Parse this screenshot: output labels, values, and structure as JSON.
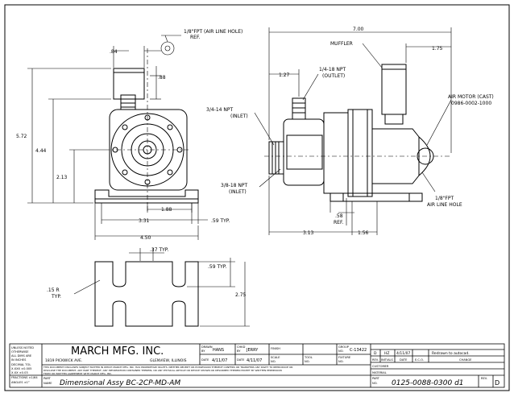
{
  "front_view": {
    "dim_width_top": ".84",
    "dim_side_top": ".88",
    "dim_height_overall": "5.72",
    "dim_height_shaft": "4.44",
    "dim_height_base": "2.13",
    "dim_center_slot": "1.88",
    "dim_mount_width": "3.31",
    "dim_mount_typ": ".59 TYP.",
    "dim_base_width": "4.50"
  },
  "side_view": {
    "note_air_line": "1/8\"FPT (AIR LINE HOLE)\nREF.",
    "dim_overall": "7.00",
    "label_muffler": "MUFFLER",
    "dim_muffler": "1.75",
    "dim_outlet_offset": "1.27",
    "label_outlet": "1/4-18 NPT\n(OUTLET)",
    "label_inlet_top": "3/4-14 NPT\n(INLET)",
    "label_air_motor": "AIR MOTOR (CAST)\n0986-0002-1000",
    "label_inlet_bottom": "3/8-18 NPT\n(INLET)",
    "label_air_line_hole": "1/8\"FPT\nAIR LINE HOLE",
    "dim_foot_ref": ".58\nREF.",
    "dim_left": "3.13",
    "dim_right": "1.56"
  },
  "base_view": {
    "dim_slot_typ": ".37 TYP.",
    "dim_slot_depth": ".59 TYP.",
    "dim_radius": ".15 R\nTYP.",
    "dim_height": "2.75"
  },
  "title_block": {
    "tolerance_header": "UNLESS NOTED\nOTHERWISE\nALL DIMS ARE\nIN INCHES",
    "tolerance_rows": [
      "DECIMAL  TOL",
      "X.XXX  ±0.005",
      "X.XX  ±0.03",
      "FRACTIONS ±1/64",
      "ANGLES  ±1°"
    ],
    "company": "MARCH MFG. INC.",
    "address": "1819 PICKWICK AVE.",
    "city": "GLENVIEW, ILLINOIS",
    "drawn_by_label": "DRAWN\nBY",
    "drawn_by": "HANS",
    "checked_label": "CHKD\nBY",
    "checked_by": "JERRY",
    "date_label": "DATE",
    "date_drawn": "4/11/07",
    "date_checked": "4/11/07",
    "finish_label": "FINISH",
    "scale_label": "SCALE\nNO.",
    "tool_label": "TOOL\nNO.",
    "fixture_label": "FIXTURE\nNO.",
    "group_label": "GROUP\nNO.",
    "group_value": "C-13422",
    "disclaimer": "THIS DOCUMENT DISCLOSES SUBJECT MATTER IN WHICH MARCH MFG. INC. HAS PROPRIETARY RIGHTS. NEITHER RECEIPT OR POSSESSION THEREOF CONFERS OR TRANSFERS ANY RIGHT TO REPRODUCE OR DISCLOSE THE DOCUMENT, ANY PART THEREOF, ANY INFORMATION CONTAINED THEREIN, OR ANY PHYSICAL ARTICLE OR DEVICE SHOWN OR DESCRIBED THEREIN EXCEPT BY WRITTEN PERMISSION FROM OR WRITTEN AGREEMENT WITH MARCH MFG. INC.",
    "rev_row": [
      "D",
      "HZ",
      "4/11/07",
      "Redrawn to autocad."
    ],
    "rev_headers": [
      "REV.",
      "INITIALS",
      "DATE",
      "E.C.O.",
      "CHANGE"
    ],
    "customer_label": "CUSTOMER",
    "material_label": "MATERIAL",
    "part_name_label": "PART\nNAME",
    "part_name": "Dimensional Assy BC-2CP-MD-AM",
    "part_no_label": "PART\nNO.",
    "part_no": "0125-0088-0300 d1",
    "rev_label": "REV.",
    "rev_value": "D"
  }
}
